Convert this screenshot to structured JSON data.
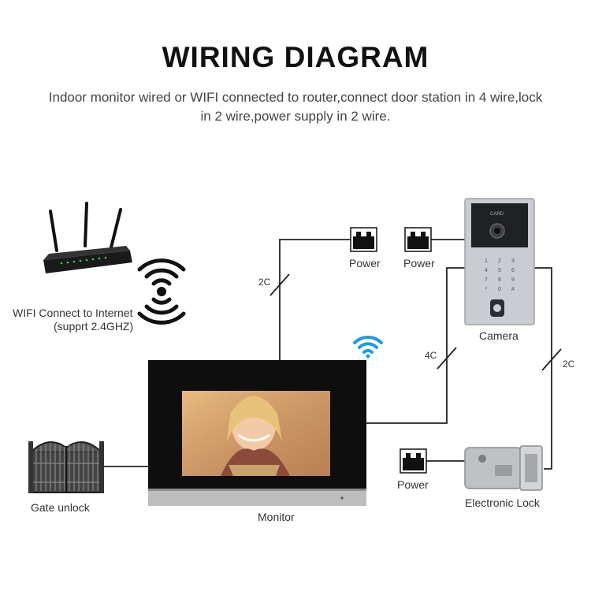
{
  "title": "WIRING DIAGRAM",
  "subtitle": "Indoor monitor wired or WIFI connected to router,connect door station in 4 wire,lock in 2 wire,power supply in 2 wire.",
  "router": {
    "label_line1": "WIFI Connect to Internet",
    "label_line2": "(supprt 2.4GHZ)"
  },
  "monitor": {
    "label": "Monitor"
  },
  "camera": {
    "label": "Camera",
    "card_text": "CARD"
  },
  "gate": {
    "label": "Gate unlock"
  },
  "lock": {
    "label": "Electronic Lock"
  },
  "power_supplies": [
    {
      "label": "Power"
    },
    {
      "label": "Power"
    },
    {
      "label": "Power"
    }
  ],
  "wires": {
    "monitor_power": "2C",
    "monitor_camera": "4C",
    "camera_lock": "2C"
  },
  "colors": {
    "wire": "#222222",
    "wifi": "#1e9be6",
    "monitor_frame": "#111111",
    "monitor_base": "#b8b8b8"
  }
}
